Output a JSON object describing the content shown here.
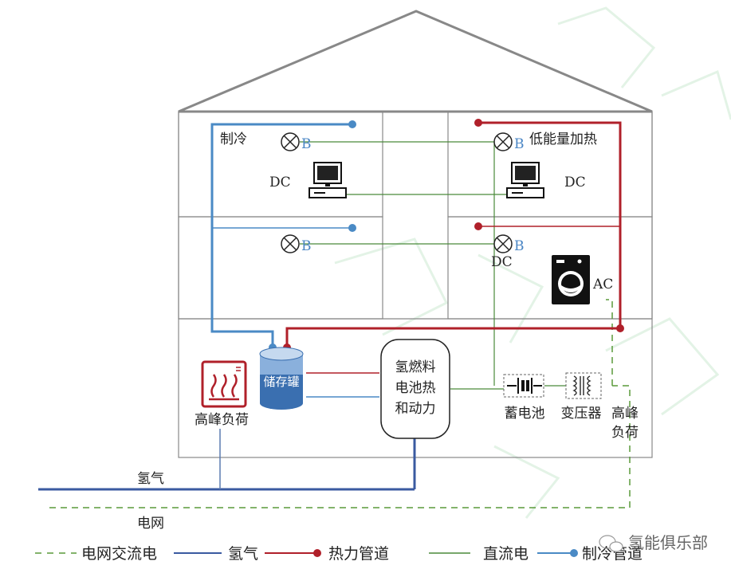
{
  "labels": {
    "cooling": "制冷",
    "low_energy_heating": "低能量加热",
    "dc_top_left": "DC",
    "dc_top_right": "DC",
    "dc_mid": "DC",
    "ac": "AC",
    "bulb_b1": "B",
    "bulb_b2": "B",
    "bulb_b3": "B",
    "bulb_b4": "B",
    "storage_tank": "储存罐",
    "fuel_cell_line1": "氢燃料",
    "fuel_cell_line2": "电池热",
    "fuel_cell_line3": "和动力",
    "peak_load_left": "高峰负荷",
    "battery": "蓄电池",
    "transformer": "变压器",
    "peak_load_right_line1": "高峰",
    "peak_load_right_line2": "负荷",
    "hydrogen_line": "氢气",
    "grid_line": "电网"
  },
  "legend": [
    {
      "style": "dashed",
      "color": "#5a9a3a",
      "label": "电网交流电"
    },
    {
      "style": "solid",
      "color": "#3a5aa0",
      "label": "氢气"
    },
    {
      "style": "dot-line",
      "color": "#b0202a",
      "label": "热力管道"
    },
    {
      "style": "solid",
      "color": "#4a8a3a",
      "label": "直流电"
    },
    {
      "style": "dot-line",
      "color": "#4a8ac5",
      "label": "制冷管道"
    }
  ],
  "watermark": "氢能俱乐部",
  "colors": {
    "heat": "#b0202a",
    "cool": "#4a8ac5",
    "dc": "#4a8a3a",
    "grid": "#5a9a3a",
    "hydrogen": "#3a5aa0",
    "wall": "#888888"
  }
}
